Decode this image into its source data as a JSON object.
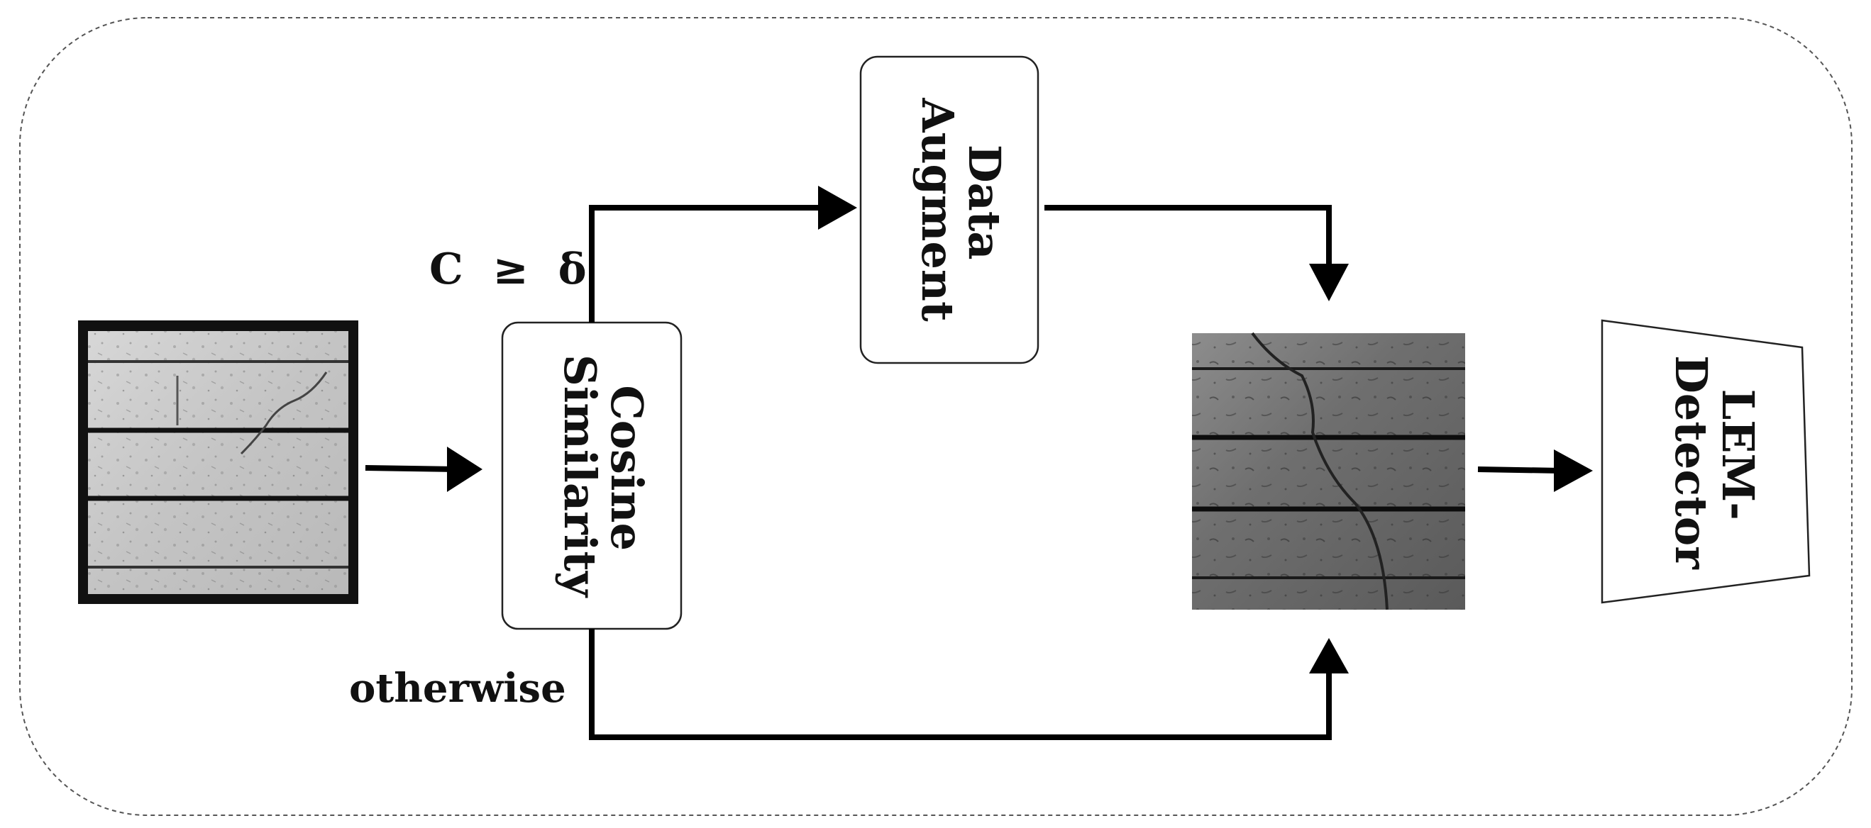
{
  "nodes": {
    "cosine_similarity": {
      "lines": [
        "Cosine",
        "Similarity"
      ]
    },
    "data_augment": {
      "lines": [
        "Data",
        "Augment"
      ]
    },
    "detector": {
      "lines": [
        "LEM-",
        "Detector"
      ]
    }
  },
  "edges": {
    "upper_condition": "C  ≥  δ",
    "lower_condition": "otherwise"
  },
  "colors": {
    "line": "#000000",
    "box_stroke": "#222222",
    "frame_stroke": "#555555"
  }
}
